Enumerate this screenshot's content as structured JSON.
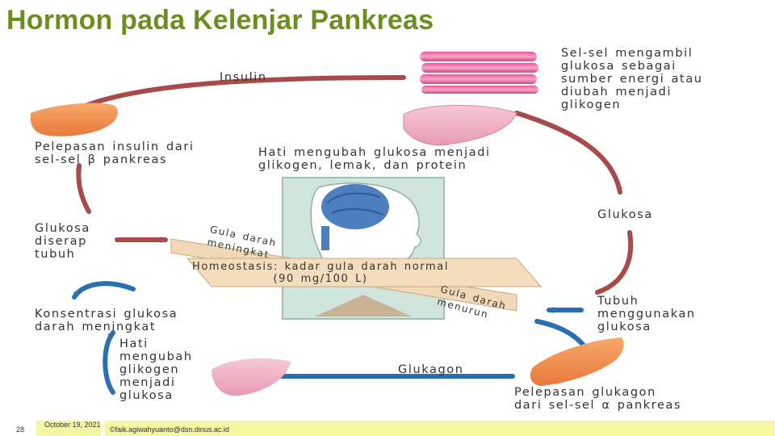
{
  "slide": {
    "title": "Hormon pada Kelenjar Pankreas"
  },
  "diagram": {
    "insulin": "Insulin",
    "muscle_text": "Sel-sel mengambil\nglukosa sebagai\nsumber energi atau\ndiubah menjadi\nglikogen",
    "insulin_release": "Pelepasan insulin dari\nsel-sel β pankreas",
    "liver_top_text": "Hati mengubah glukosa menjadi\nglikogen, lemak, dan protein",
    "glukosa_right": "Glukosa",
    "glukosa_absorbed": "Glukosa\ndiserap\ntubuh",
    "gula_meningkat": "Gula darah\nmeningkat",
    "homeostasis": "Homeostasis: kadar gula darah normal\n(90 mg/100 L)",
    "gula_menurun": "Gula darah\nmenurun",
    "konsentrasi": "Konsentrasi glukosa\ndarah meningkat",
    "tubuh": "Tubuh\nmenggunakan\nglukosa",
    "hati_bottom": "Hati\nmengubah\nglikogen\nmenjadi\nglukosa",
    "glukagon": "Glukagon",
    "glukagon_release": "Pelepasan glukagon\ndari sel-sel α pankreas"
  },
  "footer": {
    "page_number": "28",
    "date": "October 19, 2021",
    "email": "©faik.agiwahyuanto@dsn.dinus.ac.id"
  },
  "colors": {
    "title": "#6a8f1f",
    "arrow_red": "#a84a4a",
    "arrow_blue": "#2a6fb0",
    "footer_bg": "#f4f6a0"
  }
}
